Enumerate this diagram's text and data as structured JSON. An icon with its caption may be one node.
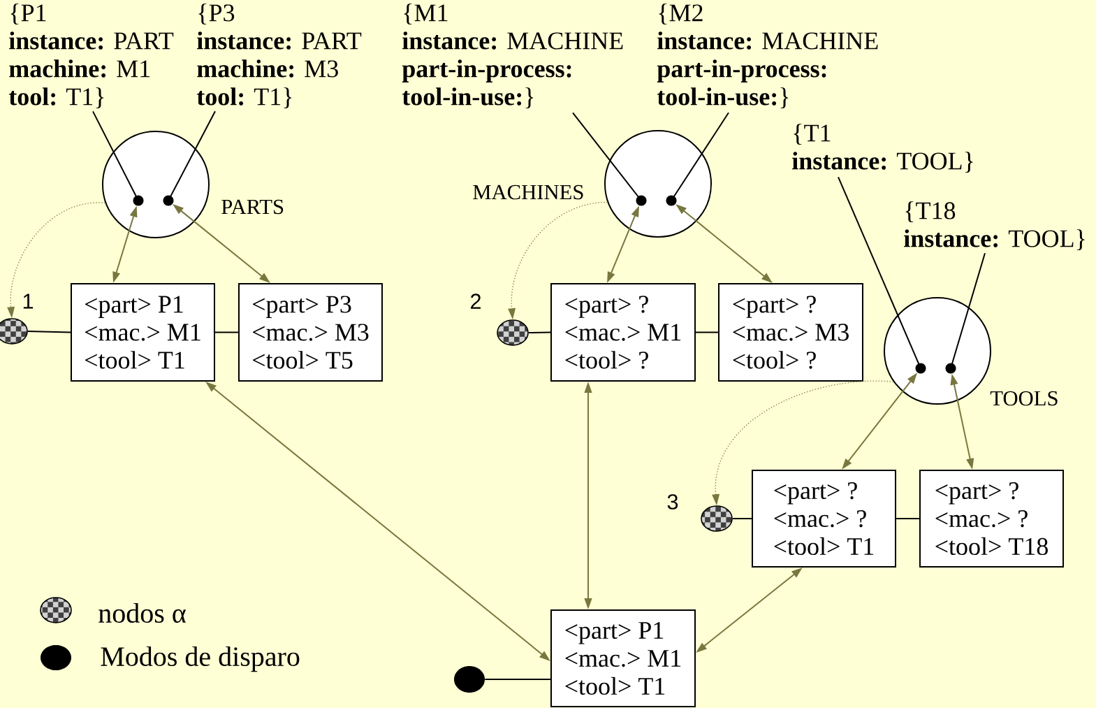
{
  "diagram": {
    "nodes": [
      {
        "text": [
          "{P1",
          "**instance:** PART",
          "**machine:** M1",
          "**tool:** T1}"
        ]
      },
      {
        "text": [
          "{P3",
          "**instance:** PART",
          "**machine:** M3",
          "**tool:** T1}"
        ]
      },
      {
        "text": [
          "{M1",
          "**instance:** MACHINE",
          "**part-in-process:**",
          "**tool-in-use:**}"
        ]
      },
      {
        "text": [
          "{M2",
          "**instance:** MACHINE",
          "**part-in-process:**",
          "**tool-in-use:**}"
        ]
      },
      {
        "text": [
          "{T1",
          "**instance:** TOOL}"
        ]
      },
      {
        "text": [
          "{T18",
          "**instance:** TOOL}"
        ]
      },
      {
        "text": [],
        "shape": "circle",
        "beside": [
          "PARTS"
        ]
      },
      {
        "text": [],
        "shape": "dot",
        "in": 6
      },
      {
        "text": [],
        "shape": "dot",
        "in": 6
      },
      {
        "text": [],
        "shape": "circle",
        "beside": [
          "MACHINES"
        ]
      },
      {
        "text": [],
        "shape": "dot",
        "in": 9
      },
      {
        "text": [],
        "shape": "dot",
        "in": 9
      },
      {
        "text": [],
        "shape": "circle",
        "beside": [
          "TOOLS"
        ]
      },
      {
        "text": [],
        "shape": "dot",
        "in": 12
      },
      {
        "text": [],
        "shape": "dot",
        "in": 12
      },
      {
        "text": [],
        "shape": "ellipse",
        "beside": [
          "1"
        ]
      },
      {
        "text": [
          "<part> P1",
          "<mac.> M1",
          "<tool> T1"
        ]
      },
      {
        "text": [
          "<part> P3",
          "<mac.> M3",
          "<tool> T5"
        ]
      },
      {
        "text": [],
        "shape": "ellipse",
        "beside": [
          "2"
        ]
      },
      {
        "text": [
          "<part> ?",
          "<mac.> M1",
          "<tool> ?"
        ]
      },
      {
        "text": [
          "<part> ?",
          "<mac.> M3",
          "<tool> ?"
        ]
      },
      {
        "text": [],
        "shape": "ellipse",
        "beside": [
          "3"
        ]
      },
      {
        "text": [
          "<part> ?",
          "<mac.> ?",
          "<tool> T1"
        ]
      },
      {
        "text": [
          "<part> ?",
          "<mac.> ?",
          "<tool> T18"
        ]
      },
      {
        "text": [],
        "shape": "blackellipse"
      },
      {
        "text": [
          "<part> P1",
          "<mac.> M1",
          "<tool> T1"
        ]
      }
    ],
    "edges": [
      {
        "from": 0,
        "to": 7,
        "arrow": "none"
      },
      {
        "from": 1,
        "to": 8,
        "arrow": "none"
      },
      {
        "from": 2,
        "to": 10,
        "arrow": "none"
      },
      {
        "from": 3,
        "to": 11,
        "arrow": "none"
      },
      {
        "from": 4,
        "to": 13,
        "arrow": "none"
      },
      {
        "from": 5,
        "to": 14,
        "arrow": "none"
      },
      {
        "from": 7,
        "to": 16,
        "arrow": "both",
        "color": "#77773f"
      },
      {
        "from": 8,
        "to": 17,
        "arrow": "both",
        "color": "#77773f"
      },
      {
        "from": 10,
        "to": 19,
        "arrow": "both",
        "color": "#77773f"
      },
      {
        "from": 11,
        "to": 20,
        "arrow": "both",
        "color": "#77773f"
      },
      {
        "from": 13,
        "to": 22,
        "arrow": "both",
        "color": "#77773f"
      },
      {
        "from": 14,
        "to": 23,
        "arrow": "both",
        "color": "#77773f"
      },
      {
        "from": 6,
        "to": 15,
        "arrow": "to",
        "style": "dashed",
        "color": "#77773f"
      },
      {
        "from": 9,
        "to": 18,
        "arrow": "to",
        "style": "dashed",
        "color": "#77773f"
      },
      {
        "from": 12,
        "to": 21,
        "arrow": "to",
        "style": "dashed",
        "color": "#77773f"
      },
      {
        "from": 15,
        "to": 16,
        "arrow": "none"
      },
      {
        "from": 16,
        "to": 17,
        "arrow": "none"
      },
      {
        "from": 18,
        "to": 19,
        "arrow": "none"
      },
      {
        "from": 19,
        "to": 20,
        "arrow": "none"
      },
      {
        "from": 21,
        "to": 22,
        "arrow": "none"
      },
      {
        "from": 22,
        "to": 23,
        "arrow": "none"
      },
      {
        "from": 24,
        "to": 25,
        "arrow": "none"
      },
      {
        "from": 16,
        "to": 25,
        "arrow": "both",
        "color": "#77773f"
      },
      {
        "from": 19,
        "to": 25,
        "arrow": "both",
        "color": "#77773f"
      },
      {
        "from": 22,
        "to": 25,
        "arrow": "both",
        "color": "#77773f"
      }
    ],
    "legend": [
      {
        "text": "nodos α"
      },
      {
        "text": "Modos de disparo"
      }
    ]
  }
}
